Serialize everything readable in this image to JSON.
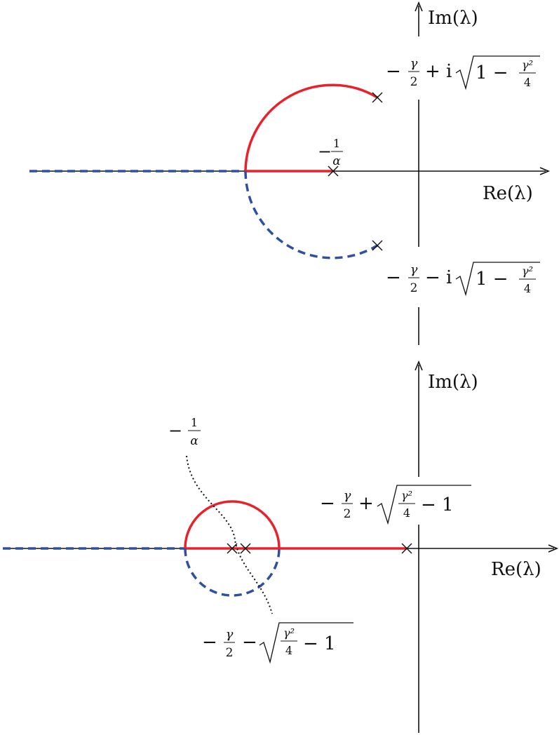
{
  "colors": {
    "solid_branch": "#e8222b",
    "dashed_branch": "#2f4fa0",
    "axes": "#111111"
  },
  "top_diagram": {
    "im_axis_label": "Im(λ)",
    "re_axis_label": "Re(λ)",
    "pole_upper": {
      "prefix": "−",
      "frac_num": "γ",
      "frac_den": "2",
      "op": "+ i",
      "rad_one": "1 −",
      "rad_num": "γ²",
      "rad_den": "4"
    },
    "pole_lower": {
      "prefix": "−",
      "frac_num": "γ",
      "frac_den": "2",
      "op": "− i",
      "rad_one": "1 −",
      "rad_num": "γ²",
      "rad_den": "4"
    },
    "zero_label": {
      "prefix": "−",
      "num": "1",
      "den": "α"
    }
  },
  "bottom_diagram": {
    "im_axis_label": "Im(λ)",
    "re_axis_label": "Re(λ)",
    "pole_right": {
      "prefix": "−",
      "frac_num": "γ",
      "frac_den": "2",
      "op": "+",
      "rad_num": "γ²",
      "rad_den": "4",
      "rad_tail": "− 1"
    },
    "pole_left": {
      "prefix": "−",
      "frac_num": "γ",
      "frac_den": "2",
      "op": "−",
      "rad_num": "γ²",
      "rad_den": "4",
      "rad_tail": "− 1"
    },
    "zero_label": {
      "prefix": "−",
      "num": "1",
      "den": "α"
    }
  }
}
